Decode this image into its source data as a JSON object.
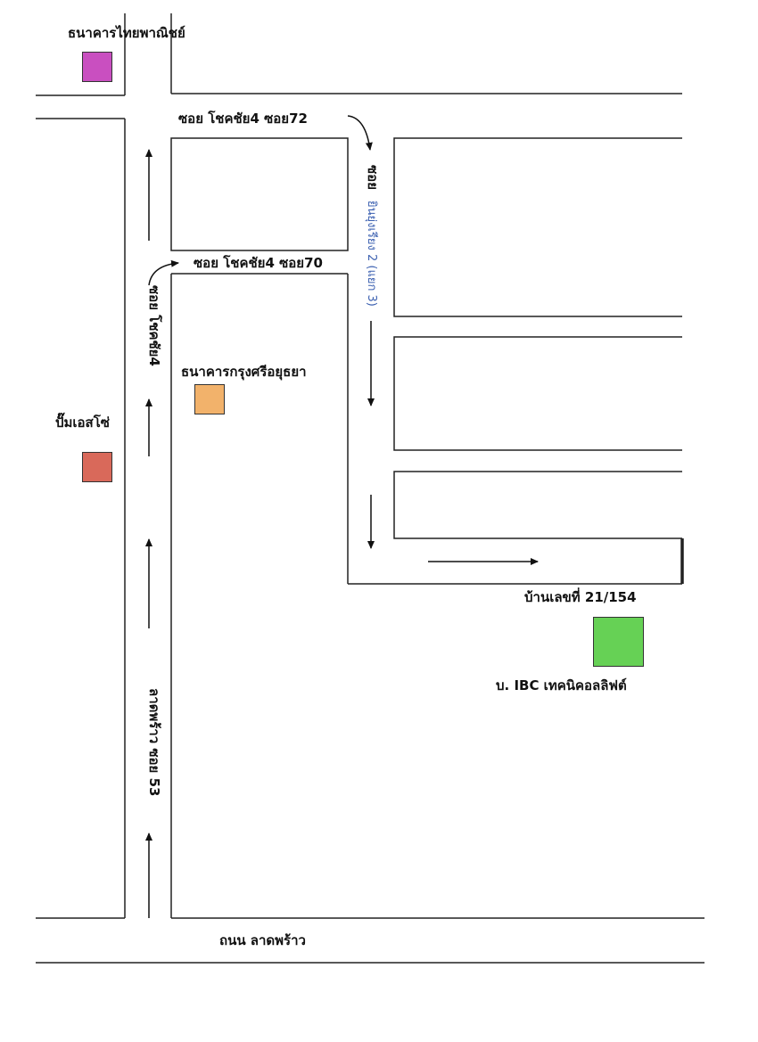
{
  "labels": {
    "thai_bank": "ธนาคารไทยพาณิชย์",
    "soi72": "ซอย โชคชัย4 ซอย72",
    "soi70": "ซอย โชคชัย4 ซอย70",
    "soi_chokchai4": "ซอย โชคชัย4",
    "krungsri_bank": "ธนาคารกรุงศรีอยุธยา",
    "esso": "ปั๊มเอสโซ่",
    "house_no": "บ้านเลขที่ 21/154",
    "company": "บ. IBC เทคนิคอลลิฟต์",
    "ladprao53": "ลาดพร้าว ซอย 53",
    "ladprao_road": "ถนน ลาดพร้าว",
    "soi_side": "ซอย",
    "handwritten_note": "ยินยุ่งเรียง 2 (แยก 3)"
  },
  "marker_colors": {
    "thai_bank": "#c94fc0",
    "krungsri_bank": "#f2b26b",
    "esso": "#d9695a",
    "company": "#66d155"
  }
}
